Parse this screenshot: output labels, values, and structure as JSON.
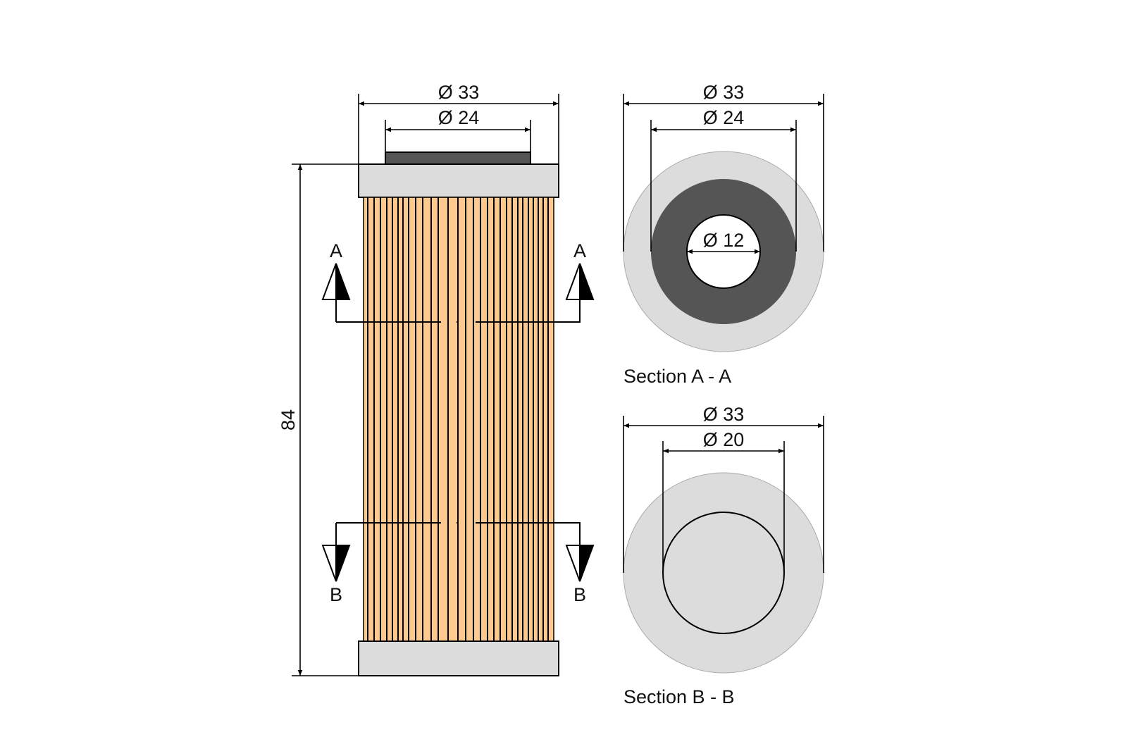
{
  "side_view": {
    "top_outer_diameter": "Ø 33",
    "top_inner_diameter": "Ø 24",
    "height": "84",
    "section_a_label": "A",
    "section_b_label": "B"
  },
  "section_a": {
    "outer_diameter": "Ø 33",
    "mid_diameter": "Ø 24",
    "bore_diameter": "Ø 12",
    "caption": "Section A - A"
  },
  "section_b": {
    "outer_diameter": "Ø 33",
    "inner_diameter": "Ø 20",
    "caption": "Section B - B"
  },
  "colors": {
    "filter_media": "#fdc98f",
    "end_cap": "#dcdcdc",
    "seal": "#555555",
    "pleat_line": "#000000"
  }
}
